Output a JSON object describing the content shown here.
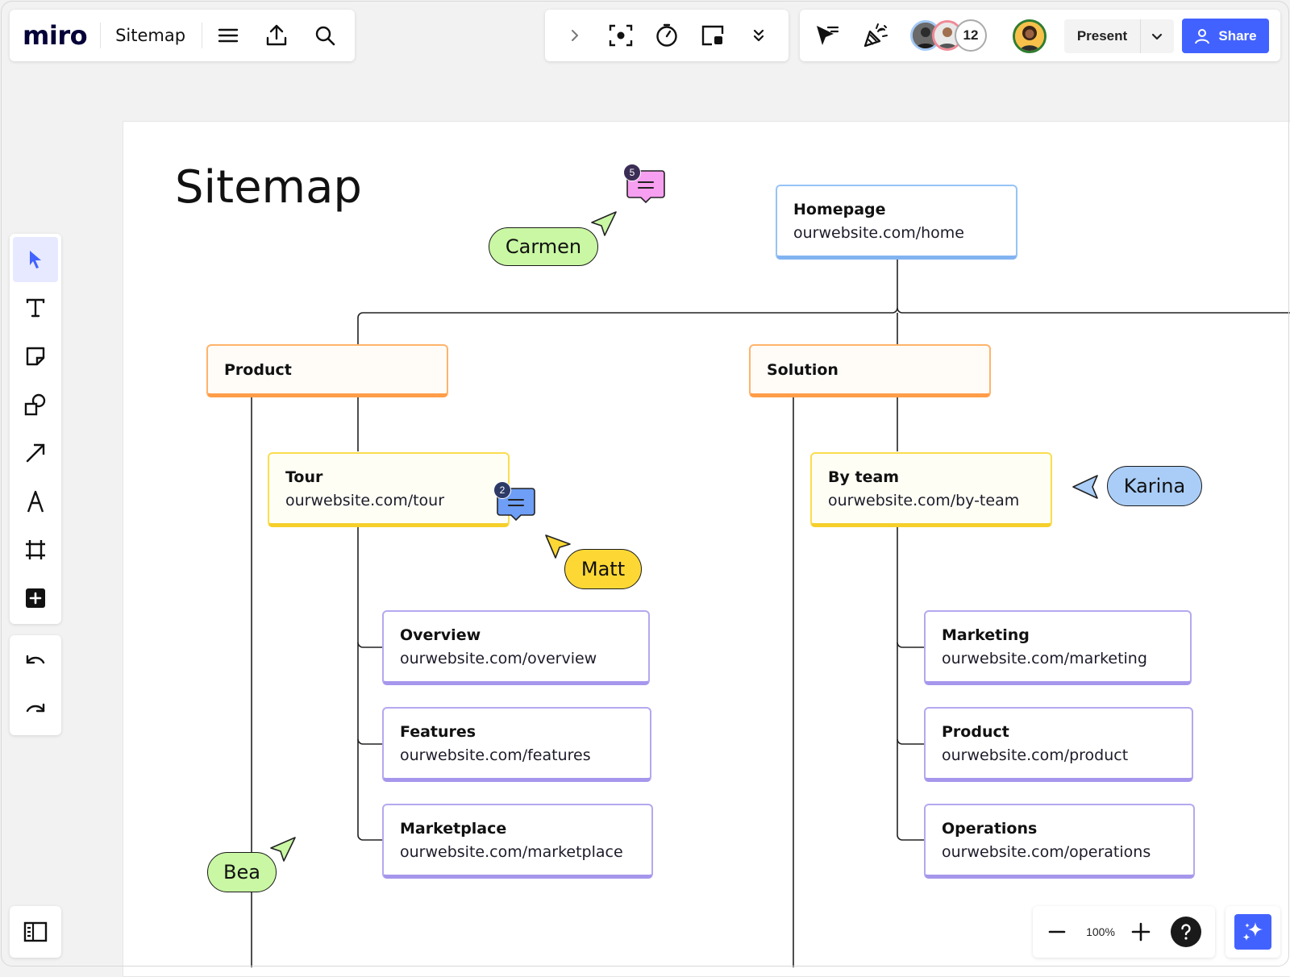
{
  "app": {
    "logo": "miro",
    "board_name": "Sitemap"
  },
  "topbar": {
    "present_label": "Present",
    "share_label": "Share",
    "collaborator_count": "12"
  },
  "board": {
    "title": "Sitemap",
    "nodes": {
      "homepage": {
        "title": "Homepage",
        "url": "ourwebsite.com/home"
      },
      "product": {
        "title": "Product"
      },
      "solution": {
        "title": "Solution"
      },
      "tour": {
        "title": "Tour",
        "url": "ourwebsite.com/tour"
      },
      "by_team": {
        "title": "By team",
        "url": "ourwebsite.com/by-team"
      },
      "overview": {
        "title": "Overview",
        "url": "ourwebsite.com/overview"
      },
      "features": {
        "title": "Features",
        "url": "ourwebsite.com/features"
      },
      "marketplace": {
        "title": "Marketplace",
        "url": "ourwebsite.com/marketplace"
      },
      "marketing": {
        "title": "Marketing",
        "url": "ourwebsite.com/marketing"
      },
      "product_team": {
        "title": "Product",
        "url": "ourwebsite.com/product"
      },
      "operations": {
        "title": "Operations",
        "url": "ourwebsite.com/operations"
      }
    },
    "cursors": {
      "carmen": {
        "name": "Carmen",
        "color": "#c9f7a3"
      },
      "matt": {
        "name": "Matt",
        "color": "#fdd835"
      },
      "karina": {
        "name": "Karina",
        "color": "#a9cdf7"
      },
      "bea": {
        "name": "Bea",
        "color": "#c9f7a3"
      }
    },
    "comments": {
      "pink": {
        "count": "5",
        "color": "#f79ff0"
      },
      "blue": {
        "count": "2",
        "color": "#6e9ef5"
      }
    }
  },
  "bottombar": {
    "zoom": "100%"
  },
  "colors": {
    "accent": "#4262ff",
    "node_blue": "#82b3f1",
    "node_orange": "#ff9d48",
    "node_yellow": "#f5cf2a",
    "node_purple": "#a696ec"
  },
  "icons": [
    "menu-icon",
    "export-icon",
    "search-icon",
    "chevron-right-icon",
    "focus-icon",
    "timer-icon",
    "screen-share-icon",
    "more-tools-icon",
    "cursor-follow-icon",
    "celebrate-icon",
    "select-icon",
    "text-icon",
    "sticky-note-icon",
    "shapes-icon",
    "arrow-icon",
    "pen-icon",
    "frame-icon",
    "add-icon",
    "undo-icon",
    "redo-icon",
    "sidebar-icon",
    "zoom-out-icon",
    "zoom-in-icon",
    "help-icon",
    "ai-sparkle-icon",
    "user-icon",
    "chevron-down-icon"
  ]
}
